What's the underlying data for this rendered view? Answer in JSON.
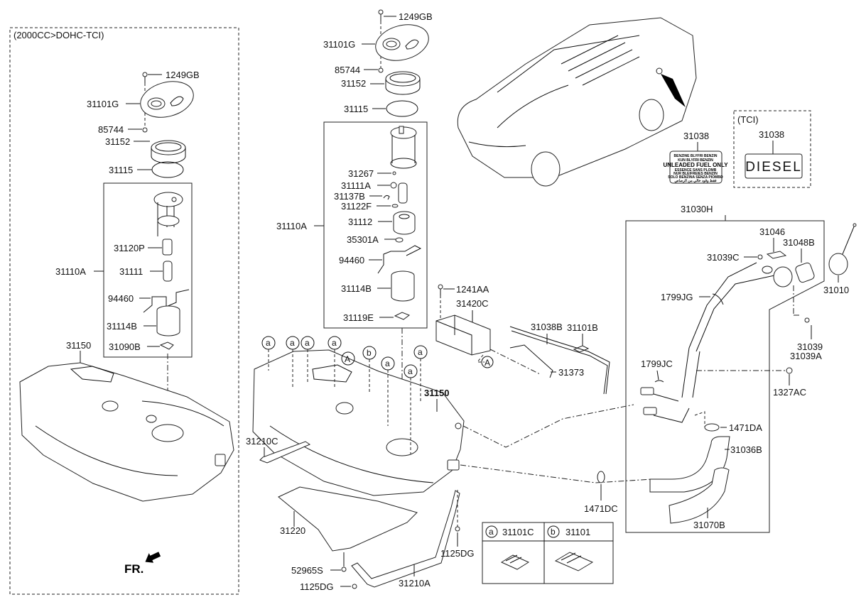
{
  "variant_box": {
    "title": "(2000CC>DOHC-TCI)",
    "labels": {
      "screw": "1249GB",
      "plate": "31101G",
      "nut": "85744",
      "ring": "31152",
      "oring": "31115",
      "pump_assy": "31110A",
      "filter": "31120P",
      "pump": "31111",
      "sender": "94460",
      "reservoir": "31114B",
      "bracket": "31090B",
      "tank": "31150"
    }
  },
  "center_pump": {
    "labels": {
      "screw": "1249GB",
      "plate": "31101G",
      "nut": "85744",
      "ring": "31152",
      "oring": "31115",
      "pump_assy": "31110A",
      "gasket": "31267",
      "pump": "31111A",
      "clip": "31137B",
      "seal": "31122F",
      "housing": "31112",
      "sensor": "35301A",
      "sender": "94460",
      "reservoir": "31114B",
      "bracket": "31119E"
    }
  },
  "canister": {
    "screw": "1241AA",
    "canister": "31420C",
    "hose": "31038B",
    "clip": "31101B",
    "tube": "31373",
    "ref": "A"
  },
  "tank_main": {
    "tank": "31150",
    "strap_c": "31210C",
    "protector": "31220",
    "bolt": "52965S",
    "bolt2": "1125DG",
    "strap_a": "31210A",
    "bolt3": "1125DG",
    "callouts": [
      "a",
      "a",
      "a",
      "a",
      "A",
      "b",
      "a",
      "a",
      "a"
    ]
  },
  "labels_area": {
    "label_part": "31038",
    "label_lines": [
      "BENZINE BLYFRI BENZIN",
      "KUN BLYFRI BENZIN",
      "UNLEADED FUEL ONLY",
      "ESSENCE SANS PLOMB",
      "NUR BLEIFREIES BENZIN",
      "SOLO BENZINA SENZA PIOMBO",
      "فقط وقود خالي من الرصاص"
    ],
    "tci_title": "(TCI)",
    "tci_part": "31038",
    "tci_text": "DIESEL"
  },
  "filler_neck": {
    "assy": "31030H",
    "cover": "31046",
    "screw": "31039C",
    "gasket": "31048B",
    "cap": "31010",
    "clip_g": "1799JG",
    "screw2": "31039",
    "screw2b": "31039A",
    "clip_c": "1799JC",
    "nut": "1327AC",
    "clamp": "1471DA",
    "hose1": "31036B",
    "hose2": "31070B"
  },
  "hose_clamp": "1471DC",
  "legend": {
    "items": [
      {
        "symbol": "a",
        "part": "31101C"
      },
      {
        "symbol": "b",
        "part": "31101"
      }
    ]
  },
  "direction": {
    "label": "FR."
  }
}
